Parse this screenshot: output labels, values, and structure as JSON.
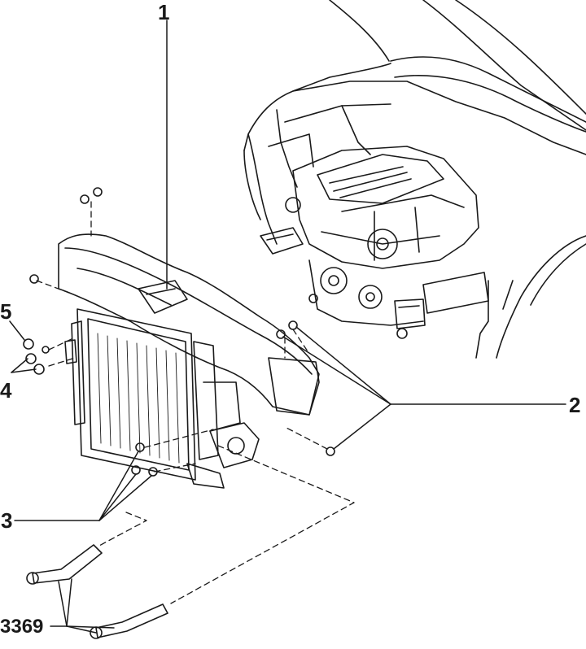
{
  "diagram": {
    "kind": "exploded-parts-view",
    "line_color": "#1a1a1a",
    "background": "#ffffff",
    "callouts": {
      "c1": "1",
      "c2": "2",
      "c3": "3",
      "c4": "4",
      "c5": "5",
      "c3369": "3369"
    }
  }
}
